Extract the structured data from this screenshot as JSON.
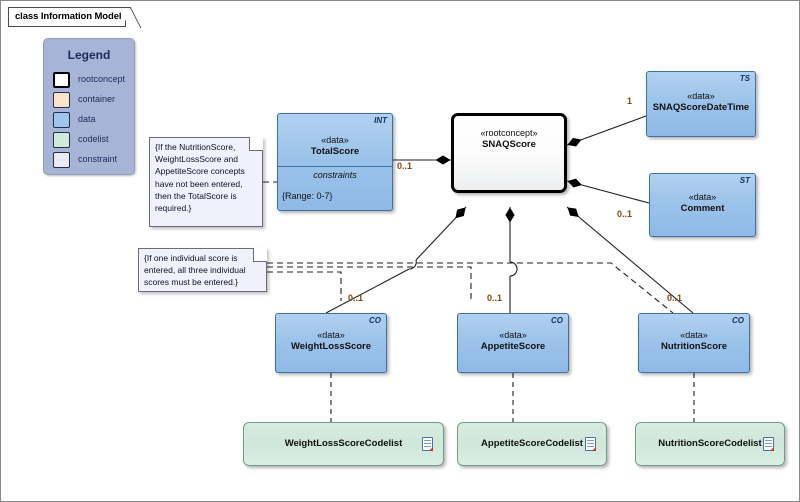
{
  "diagram": {
    "frame_label": "class Information Model",
    "legend": {
      "title": "Legend",
      "items": [
        {
          "label": "rootconcept",
          "color": "#ffffff",
          "style": "thick"
        },
        {
          "label": "container",
          "color": "#fae3cd",
          "style": "normal"
        },
        {
          "label": "data",
          "color": "#9cc6ec",
          "style": "normal"
        },
        {
          "label": "codelist",
          "color": "#cfe9da",
          "style": "normal"
        },
        {
          "label": "constraint",
          "color": "#e8eaf8",
          "style": "normal"
        }
      ]
    },
    "classes": {
      "total_score": {
        "stereotype": "«data»",
        "name": "TotalScore",
        "type_tag": "INT",
        "constraints_header": "constraints",
        "constraints_value": "{Range: 0-7}"
      },
      "snaq_score": {
        "stereotype": "«rootconcept»",
        "name": "SNAQScore"
      },
      "snaq_score_date_time": {
        "stereotype": "«data»",
        "name": "SNAQScoreDateTime",
        "type_tag": "TS"
      },
      "comment": {
        "stereotype": "«data»",
        "name": "Comment",
        "type_tag": "ST"
      },
      "weight_loss_score": {
        "stereotype": "«data»",
        "name": "WeightLossScore",
        "type_tag": "CO"
      },
      "appetite_score": {
        "stereotype": "«data»",
        "name": "AppetiteScore",
        "type_tag": "CO"
      },
      "nutrition_score": {
        "stereotype": "«data»",
        "name": "NutritionScore",
        "type_tag": "CO"
      }
    },
    "codelists": [
      {
        "name": "WeightLossScoreCodelist",
        "icon": "document-icon"
      },
      {
        "name": "AppetiteScoreCodelist",
        "icon": "document-icon"
      },
      {
        "name": "NutritionScoreCodelist",
        "icon": "document-icon"
      }
    ],
    "notes": [
      {
        "id": "note-total-score",
        "text": "{If the NutritionScore, WeightLossScore and AppetiteScore concepts have not been entered, then the TotalScore is required.}"
      },
      {
        "id": "note-individual-scores",
        "text": "{If one individual score is entered, all three individual scores must be entered.}"
      }
    ],
    "multiplicities": [
      {
        "id": "mult-total-score",
        "value": "0..1"
      },
      {
        "id": "mult-snaq-date-time",
        "value": "1"
      },
      {
        "id": "mult-comment",
        "value": "0..1"
      },
      {
        "id": "mult-weight-loss-score",
        "value": "0..1"
      },
      {
        "id": "mult-appetite-score",
        "value": "0..1"
      },
      {
        "id": "mult-nutrition-score",
        "value": "0..1"
      }
    ],
    "colors": {
      "legend_bg": "#a8b4d6",
      "data_fill": "#9cc3ea",
      "codelist_fill": "#d3e9dd",
      "note_fill": "#f0f1fa",
      "multiplicity_text": "#7a4a10",
      "line": "#231f20"
    }
  }
}
